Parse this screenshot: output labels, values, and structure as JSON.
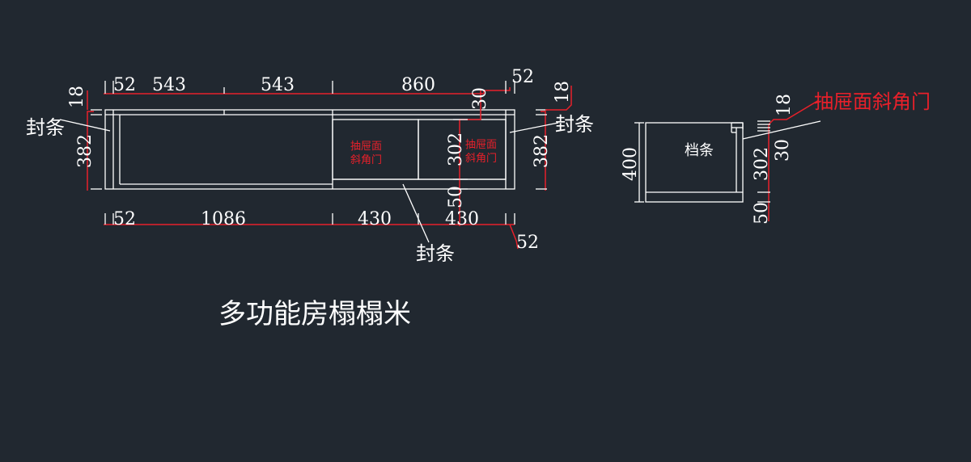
{
  "title": "多功能房榻榻米",
  "colors": {
    "background": "#212830",
    "line": "#ffffff",
    "accent": "#e8202a"
  },
  "front_view": {
    "top_dims": [
      "52",
      "543",
      "543",
      "860",
      "52"
    ],
    "bottom_dims": [
      "52",
      "1086",
      "430",
      "430",
      "52"
    ],
    "height_left": "382",
    "height_right": "382",
    "top_strip_left": "18",
    "top_strip_right": "18",
    "inner_top": "30",
    "inner_height": "302",
    "inner_bottom": "50",
    "label_left_edge": "封条",
    "label_right_edge": "封条",
    "label_bottom_edge": "封条",
    "drawer_label_line1": "抽屉面",
    "drawer_label_line2": "斜角门"
  },
  "side_view": {
    "height": "400",
    "top_strip": "18",
    "inner_top": "30",
    "inner_height": "302",
    "inner_bottom": "50",
    "stopper_label": "档条",
    "door_label": "抽屉面斜角门"
  }
}
